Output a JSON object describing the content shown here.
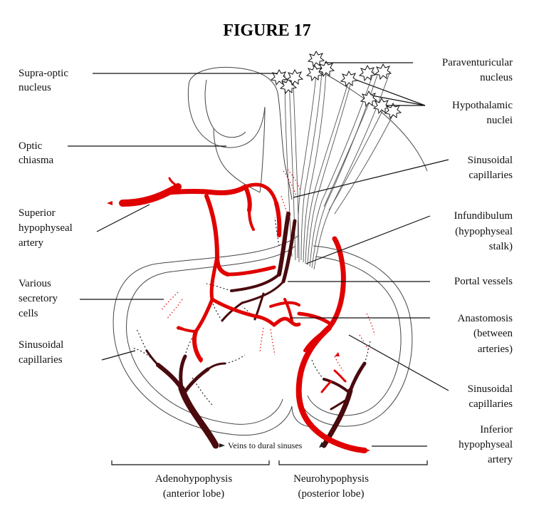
{
  "title": "FIGURE 17",
  "labels": {
    "supra_optic_1": "Supra-optic",
    "supra_optic_2": "nucleus",
    "optic_1": "Optic",
    "optic_2": "chiasma",
    "superior_1": "Superior",
    "superior_2": "hypophyseal",
    "superior_3": "artery",
    "various_1": "Various",
    "various_2": "secretory",
    "various_3": "cells",
    "sinus_left_1": "Sinusoidal",
    "sinus_left_2": "capillaries",
    "paravent_1": "Paraventuricular",
    "paravent_2": "nucleus",
    "hypoth_1": "Hypothalamic",
    "hypoth_2": "nuclei",
    "sinus_top_1": "Sinusoidal",
    "sinus_top_2": "capillaries",
    "infund_1": "Infundibulum",
    "infund_2": "(hypophyseal",
    "infund_3": "stalk)",
    "portal": "Portal vessels",
    "anast_1": "Anastomosis",
    "anast_2": "(between",
    "anast_3": "arteries)",
    "sinus_right_1": "Sinusoidal",
    "sinus_right_2": "capillaries",
    "inferior_1": "Inferior",
    "inferior_2": "hypophyseal",
    "inferior_3": "artery",
    "veins": "Veins to dural sinuses",
    "adeno_1": "Adenohypophysis",
    "adeno_2": "(anterior lobe)",
    "neuro_1": "Neurohypophysis",
    "neuro_2": "(posterior lobe)"
  },
  "colors": {
    "artery": "#e00000",
    "vein": "#4a0a0e",
    "text": "#111111"
  }
}
